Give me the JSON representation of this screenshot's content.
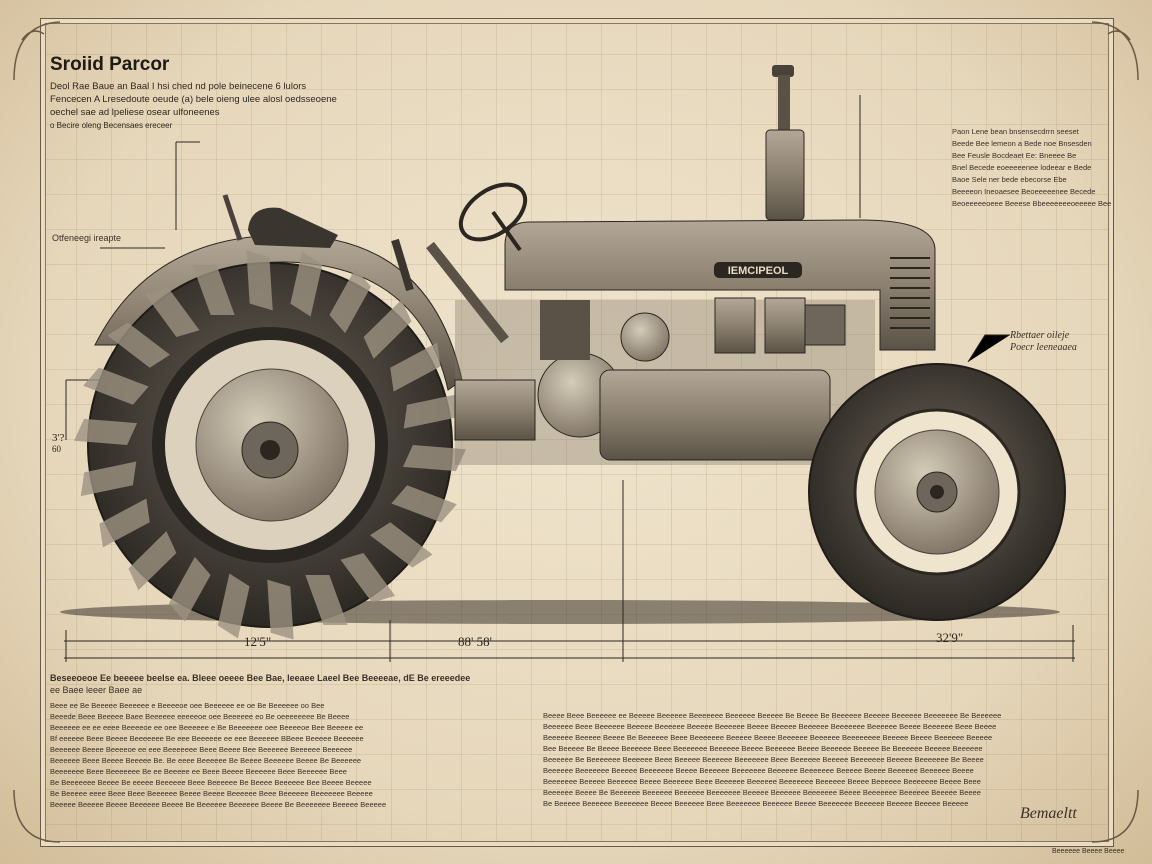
{
  "poster": {
    "title": "Sroiid Parcor",
    "subtitle_lines": [
      "Deol Rae Baue an Baal I hsi ched nd pole beinecene 6 lulors",
      "Fencecen A Lresedoute oeude (a) bele oieng ulee alosl oedsseoene",
      "oechel sae ad lpeliese osear ulfoneenes",
      "o Becire oleng Becensaes ereceer"
    ],
    "left_callout": "Otfeneegi ireapte",
    "badge": "IEMCIPEOL",
    "right_callout_lines": [
      "Rbettaer oileje",
      "Poecr leeneaaea"
    ],
    "dimensions": {
      "height_top": "3'?",
      "height_bottom": "60",
      "rear_span": "12'5\"",
      "mid_span": "88' 58'",
      "front_span": "32'9\""
    },
    "top_right_notes": [
      "Paon   Lene bean bnsensecdrrn seeset",
      "Beede Bee lemeon a Bede noe Bnsesden",
      "Bee Feusle Bocdeaet Ee: Bneeee Be",
      "Bnel Becede eoeeeeenee lodeear e Bede",
      "Baoe Sele ner bede ebecorse Ebe",
      "Beeeeon Ineoaesee Beoeeeeenee Becede",
      "Beoeeeeeoeee Beeese Bbeeeeeeeoeeeee Bee"
    ],
    "bottom_left_heading": "Beseeoeoe Ee beeeee beelse ea. Bleee oeeee Bee Bae, leeaee Laeel Bee Beeeeae, dE Be ereeedee",
    "bottom_left_sub": "ee Baee leeer Baee ae",
    "bottom_left_lines": [
      "Beee ee Be Beeeee Beeeeee e Beeeeoe oee Beeeeee ee oe Be Beeeeee oo Bee",
      "Beeede Beee Beeeee Baee Beeeeee eeeeeoe oee Beeeeee eo Be oeeeeeeee Be Beeee",
      "Beeeeee ee ee eeee Beeeeoe ee oee Beeeeee e Be Beeeeeee oee Beeeeoe Bee Beeeee ee",
      "Bf eeeeee Beee Beeee Beeeeeee Be eee Beeeeee ee eee Beeeeee BBeee Beeeee Beeeeee",
      "Beeeeee Beeee Beeeeoe ee eee Beeeeeee Beee Beeee Bee Beeeeee Beeeeee Beeeeee",
      "Beeeeee Beee Beeee Beeeee Be. Be eeee Beeeeee Be Beeee Beeeeee Beeee Be Beeeeee",
      "Beeeeeee Beee Beeeeeee Be ee Beeeee ee Beee Beeee Beeeeee Beee Beeeeee Beee",
      "Be Beeeeeee Beeee Be eeeee Beeeeee Beee Beeeeee Be Beeee Beeeeee Bee Beeee Beeeee",
      "Be Beeeee eeee Beee Beee Beeeeee Beeee Beeee Beeeeee Beee Beeeeee Beeeeeee Beeeee",
      "Beeeee Beeeee Beeee Beeeeee Beeee Be Beeeeee Beeeeee Beeee Be Beeeeeee Beeeee Beeeee"
    ],
    "bottom_right_lines": [
      "Beeee Beee Beeeeee ee Beeeee Beeeeee Beeeeeee Beeeeee Beeeee Be Beeee Be Beeeeee Beeeee Beeeeee Beeeeeee Be Beeeeee",
      "Beeeeee Beee Beeeeee Beeeee Beeeeee Beeeee Beeeeee Beeee Beeeee Beeeeee Beeeeeee Beeeeee Beeee Beeeeee Beee Beeee",
      "Beeeeee Beeeee Beeee Be Beeeeee Beee Beeeeeee Beeeee Beeee Beeeeee Beeeeee Beeeeeeee Beeeee Beeee Beeeeee Beeeee",
      "Bee Beeeee Be Beeee Beeeeee Beee Beeeeeee Beeeeee Beeee Beeeeee Beeee Beeeeee Beeeee Be Beeeeee Beeeee Beeeeee",
      "Beeeeee Be Beeeeeee Beeeeee Beee Beeeee Beeeeee Beeeeeee Beee Beeeeee Beeeee Beeeeeee Beeeee Beeeeeee Be Beeee",
      "Beeeeee Beeeeeee Beeeee Beeeeeee Beeee Beeeeee Beeeeeee Beeeeee Beeeeeee Beeeee Beeee Beeeeee Beeeeee Beeee",
      "Beeeeeee Beeeee Beeeeee Beeee Beeeeee Beee Beeeeee Beeeeee Beeeeeee Beeeeee Beeee Beeeeee Beeeeeee Beeee Beee",
      "Beeeeee Beeee Be Beeeeee Beeeeee Beeeeee Beeeeeee Beeeee Beeeeee Beeeeeee Beeee Beeeeeee Beeeeee Beeeee Beeee",
      "Be Beeeee Beeeeee Beeeeeee Beeee Beeeeee Beee Beeeeeee Beeeeee Beeee Beeeeeee Beeeeee Beeeee Beeeee Beeeee"
    ],
    "signature": "Bemaeltt",
    "footer_note": "Beeeeee Beeee Beeee"
  },
  "colors": {
    "paper": "#e9dcc3",
    "ink": "#2b2620",
    "metal": "#8c8170",
    "tire": "#3a352e"
  }
}
